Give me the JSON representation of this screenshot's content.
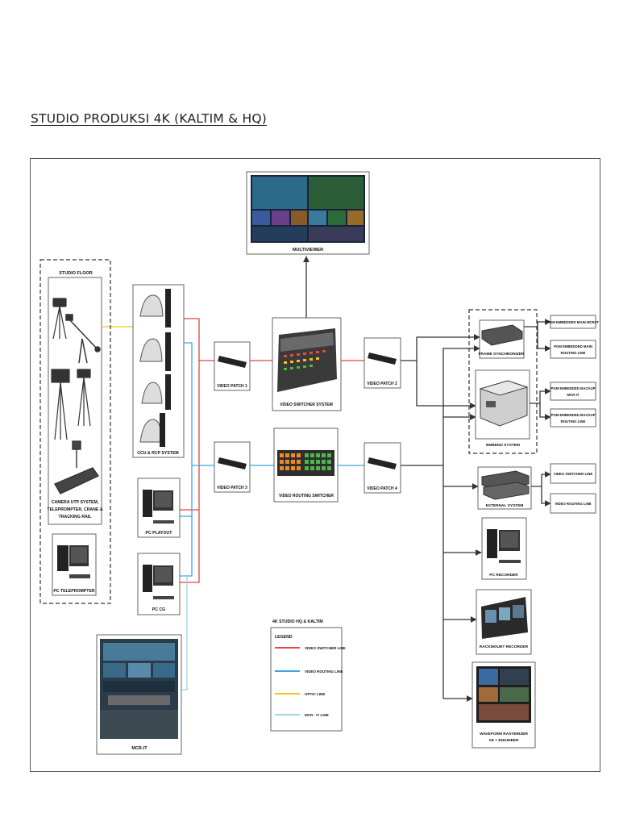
{
  "page": {
    "title": "STUDIO PRODUKSI 4K (KALTIM & HQ)"
  },
  "colors": {
    "video_switcher_line": "#e8453c",
    "video_routing_line": "#3aa6e0",
    "optic_line": "#f2c21b",
    "mcr_it_line": "#9fd4ec",
    "connector": "#333333"
  },
  "diagram": {
    "multiviewer": "MULTIVIEWER",
    "studio_floor": {
      "title": "STUDIO FLOOR",
      "camera_caption": [
        "CAMERA UTP SYSTEM,",
        "TELEPROMPTER, CRANE &",
        "TRACKING RAIL"
      ],
      "pc_teleprompter": "PC TELEPROMPTER"
    },
    "ccu": "CCU & RCP SYSTEM",
    "pc_playout": "PC PLAYOUT",
    "pc_cg": "PC CG",
    "mcr_it": "MCR-IT",
    "video_patch_1": "VIDEO PATCH 1",
    "video_patch_2": "VIDEO PATCH 2",
    "video_patch_3": "VIDEO PATCH 3",
    "video_patch_4": "VIDEO PATCH 4",
    "video_switcher_system": "VIDEO SWITCHER SYSTEM",
    "video_routing_switcher": "VIDEO ROUTING SWITCHER",
    "frame_synchronizer": "FRAME SYNCHRONIZER",
    "embedd_system": "EMBEDD SYSTEM",
    "external_system": "EXTERNAL SYSTEM",
    "pc_recorder": "PC RECORDER",
    "rack_recorder": "RACKMOUNT RECORDER",
    "waveform": [
      "WAVEFORM RASTERIZER",
      "VE + ENGINEER"
    ],
    "outputs": {
      "pgm_main_mcr": "PGM EMBEDDED MAIN MCR-IT",
      "pgm_main_routing": [
        "PGM EMBEDDED MAIN",
        "ROUTING LINE"
      ],
      "pgm_backup_mcr": [
        "PGM EMBEDDED BACKUP",
        "MCR-IT"
      ],
      "pgm_backup_routing": [
        "PGM EMBEDDED BACKUP",
        "ROUTING LINE"
      ],
      "video_switcher_line": "VIDEO SWITCHER LINE",
      "video_routing_line": "VIDEO ROUTING LINE"
    },
    "legend": {
      "heading": "4K STUDIO HQ & KALTIM",
      "title": "LEGEND",
      "items": [
        "VIDEO SWITCHER LINE",
        "VIDEO ROUTING LINE",
        "OPTIC LINE",
        "MCR - IT LINE"
      ]
    }
  }
}
